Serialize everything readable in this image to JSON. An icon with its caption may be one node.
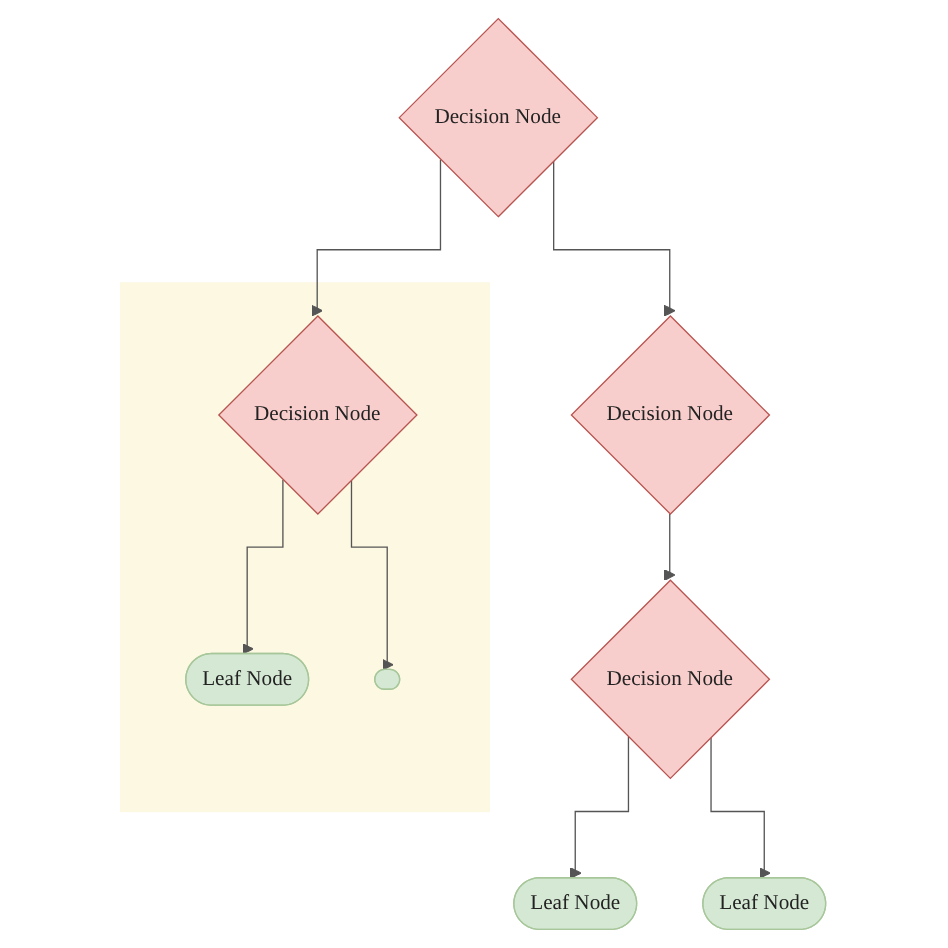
{
  "diagram": {
    "nodes": [
      {
        "text": [
          "Decision Node"
        ]
      },
      {
        "text": [
          "Decision Node"
        ]
      },
      {
        "text": [],
        "shape": "box"
      },
      {
        "text": [
          "Decision Node"
        ],
        "in": 2
      },
      {
        "text": [
          "Decision Node"
        ]
      },
      {
        "text": [
          "Leaf Node"
        ],
        "in": 2
      },
      {
        "text": [],
        "shape": "ellipse",
        "in": 2
      },
      {
        "text": [
          "Leaf Node"
        ]
      },
      {
        "text": [
          "Leaf Node"
        ]
      }
    ],
    "edges": [
      {
        "from": 0,
        "to": 1,
        "arrow": "to"
      },
      {
        "from": 0,
        "to": 3,
        "arrow": "to"
      },
      {
        "from": 1,
        "to": 4,
        "arrow": "to"
      },
      {
        "from": 3,
        "to": 5,
        "arrow": "to"
      },
      {
        "from": 3,
        "to": 6,
        "arrow": "to"
      },
      {
        "from": 4,
        "to": 7,
        "arrow": "to"
      },
      {
        "from": 4,
        "to": 8,
        "arrow": "to"
      }
    ]
  }
}
